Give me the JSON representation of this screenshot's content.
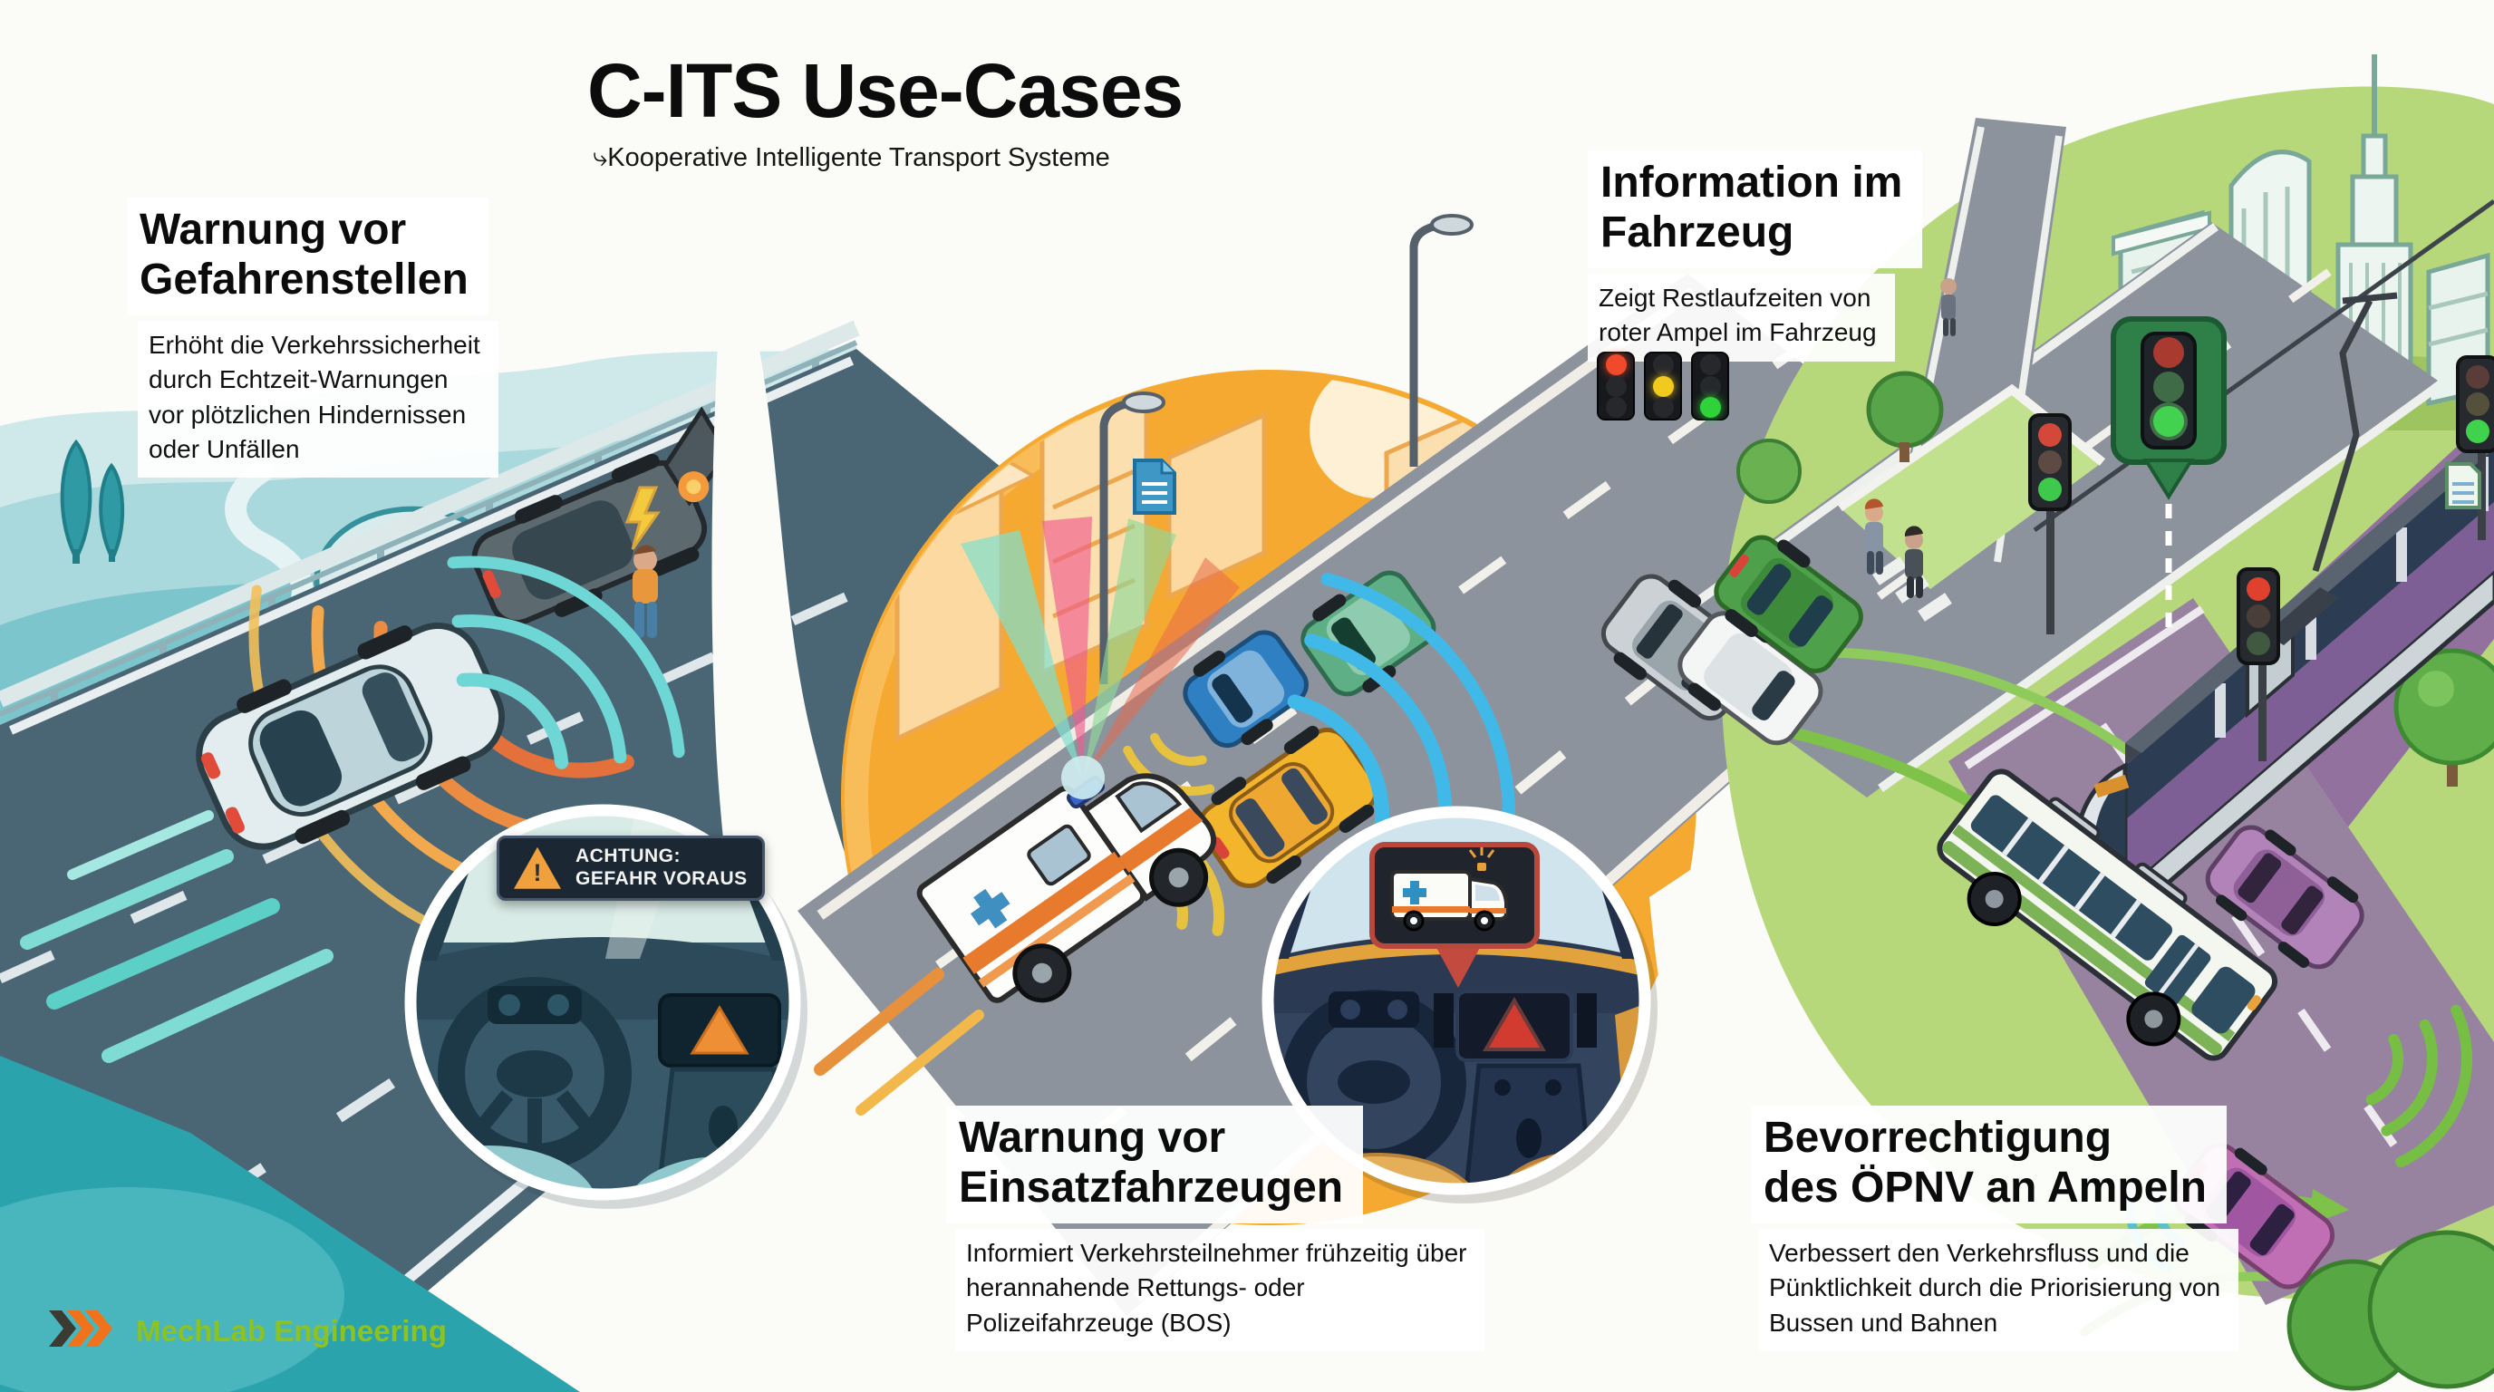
{
  "header": {
    "title": "C-ITS Use-Cases",
    "subtitle": "⤷Kooperative Intelligente Transport Systeme"
  },
  "use_cases": [
    {
      "id": "warnung-gefahrenstellen",
      "heading": "Warnung vor\nGefahrenstellen",
      "body": "Erhöht die Verkehrssicherheit\ndurch Echtzeit-Warnungen\nvor plötzlichen Hindernissen\noder Unfällen"
    },
    {
      "id": "information-im-fahrzeug",
      "heading": "Information im\nFahrzeug",
      "body": "Zeigt Restlaufzeiten von\nroter Ampel im Fahrzeug"
    },
    {
      "id": "warnung-einsatzfahrzeuge",
      "heading": "Warnung vor\nEinsatzfahrzeugen",
      "body": "Informiert Verkehrsteilnehmer frühzeitig über\nherannahende Rettungs- oder\nPolizeifahrzeuge (BOS)"
    },
    {
      "id": "bevorrechtigung-oepnv",
      "heading": "Bevorrechtigung\ndes ÖPNV an Ampeln",
      "body": "Verbessert den Verkehrsfluss und die\nPünktlichkeit durch die Priorisierung von\nBussen und Bahnen"
    }
  ],
  "in_car_sign": {
    "line1": "ACHTUNG:",
    "line2": "GEFAHR VORAUS",
    "exclamation": "!"
  },
  "traffic_light_icons": {
    "states": [
      "red",
      "yellow",
      "green"
    ]
  },
  "logo": {
    "text": "MechLab Engineering",
    "text_color": "#8dc21f",
    "chevron_colors": [
      "#3b3a33",
      "#f0731c",
      "#f0731c"
    ]
  },
  "scene_colors": {
    "left_teal": "#35a8b0",
    "center_orange": "#f5a930",
    "right_green": "#a6cf63",
    "tram_purple": "#7d5f96",
    "road_slate": "#4a6675",
    "road_gray": "#8d939d"
  }
}
